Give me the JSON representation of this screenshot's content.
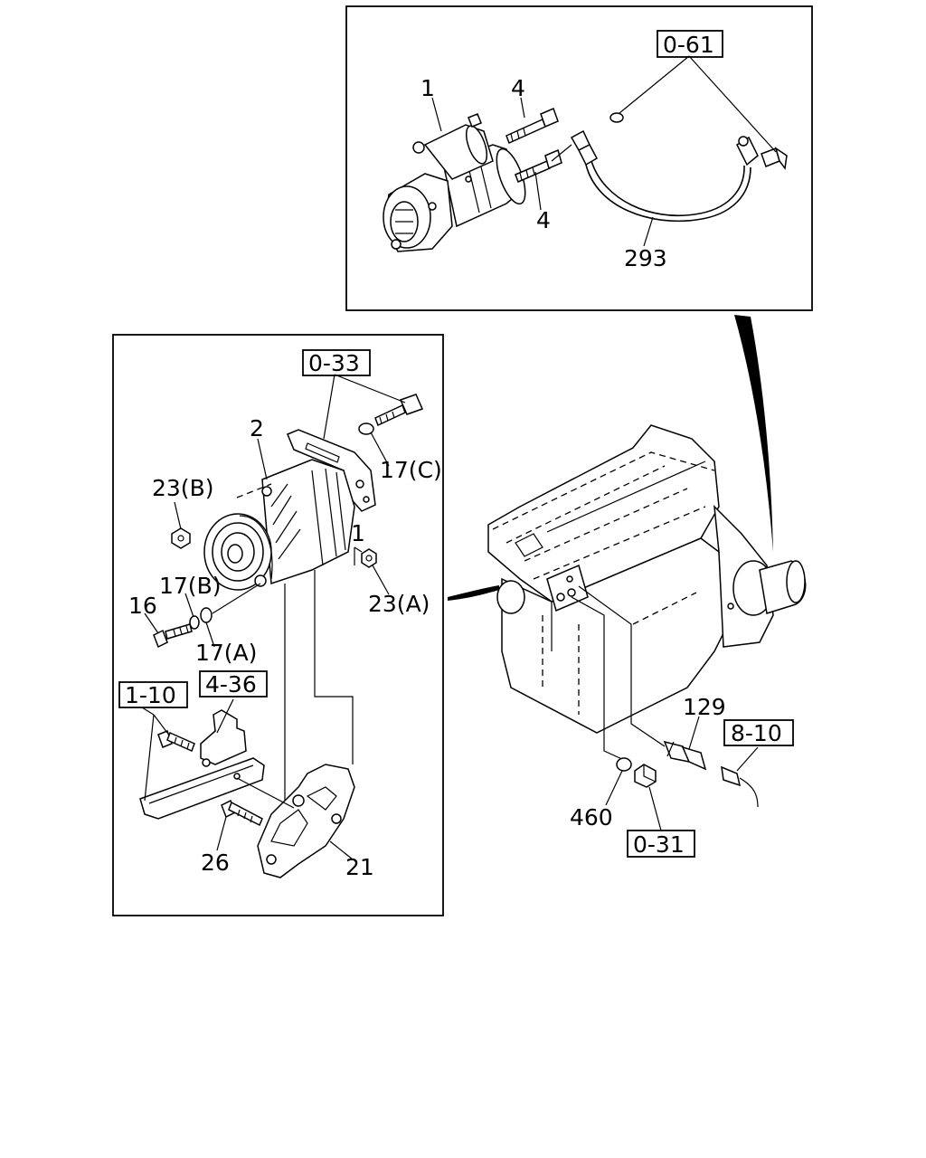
{
  "starter_panel": {
    "callouts": {
      "starter": "1",
      "bolt_upper": "4",
      "bolt_lower": "4",
      "cable": "293"
    },
    "ref_boxes": {
      "starter_ref": "0-61"
    }
  },
  "alternator_panel": {
    "callouts": {
      "alternator": "2",
      "nut_b": "23(B)",
      "nut_a": "23(A)",
      "washer_c": "17(C)",
      "washer_b": "17(B)",
      "washer_a": "17(A)",
      "bolt_16": "16",
      "bolt_26": "26",
      "bracket_21": "21",
      "dim_1": "1"
    },
    "ref_boxes": {
      "adjust_ref": "0-33",
      "bracket_ref": "1-10",
      "plate_ref": "4-36"
    }
  },
  "engine_area": {
    "callouts": {
      "sensor": "129",
      "oring": "460"
    },
    "ref_boxes": {
      "harness_ref": "8-10",
      "plug_ref": "0-31"
    }
  }
}
